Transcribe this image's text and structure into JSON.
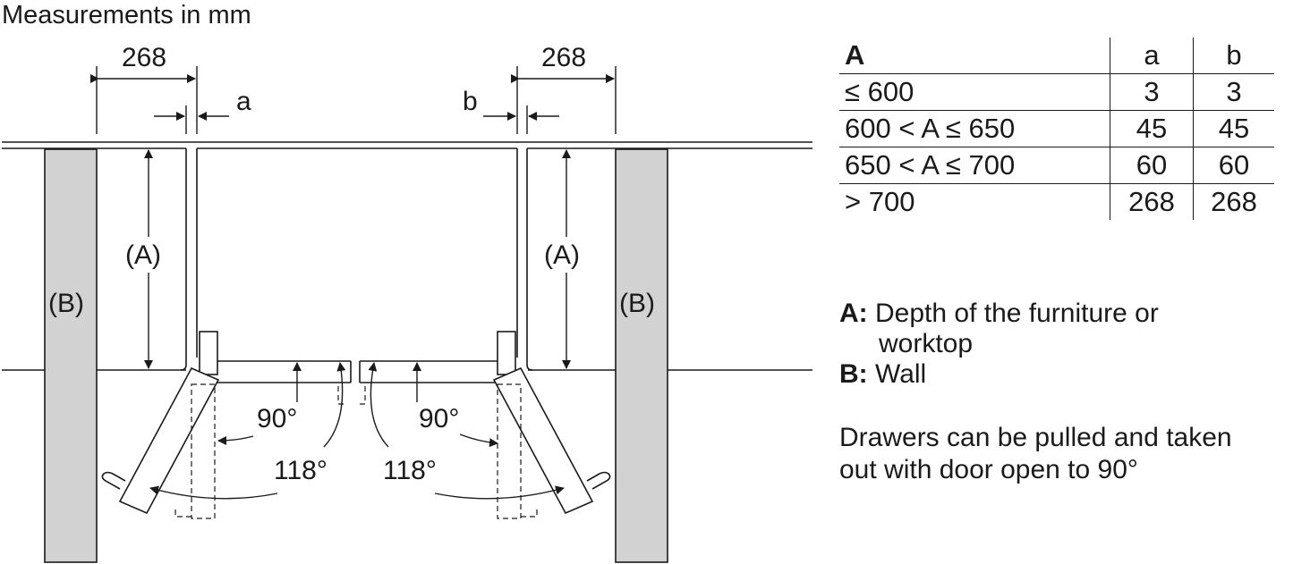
{
  "title": "Measurements in mm",
  "labels": {
    "dim_left": "268",
    "dim_right": "268",
    "gap_a": "a",
    "gap_b": "b",
    "depth": "(A)",
    "wall": "(B)",
    "angle_90": "90°",
    "angle_118": "118°"
  },
  "table": {
    "headers": [
      "A",
      "a",
      "b"
    ],
    "rows": [
      [
        "≤ 600",
        "3",
        "3"
      ],
      [
        "600 < A ≤ 650",
        "45",
        "45"
      ],
      [
        "650 < A ≤ 700",
        "60",
        "60"
      ],
      [
        "> 700",
        "268",
        "268"
      ]
    ]
  },
  "legend": {
    "a_key": "A:",
    "a_text_1": "Depth of the furniture or",
    "a_text_2": "worktop",
    "b_key": "B:",
    "b_text": "Wall"
  },
  "note": {
    "line1": "Drawers can be pulled and taken",
    "line2": "out with door open to 90°"
  },
  "colors": {
    "wall_fill": "#d2d2d2",
    "line": "#1a1a1a"
  }
}
